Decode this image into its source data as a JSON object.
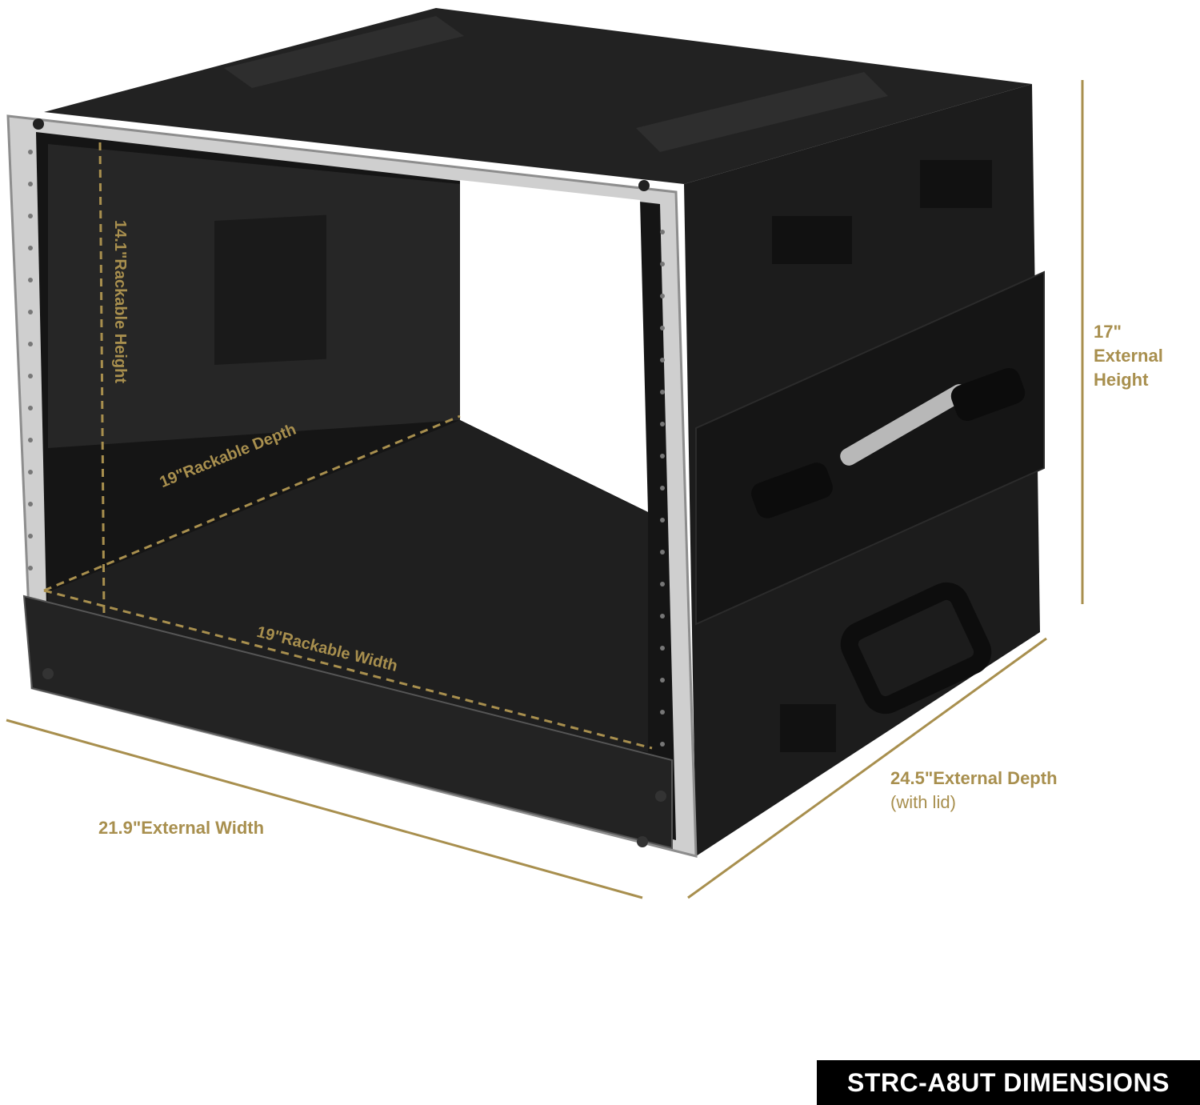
{
  "labels": {
    "external_height_value": "17\"",
    "external_height_line1": "External",
    "external_height_line2": "Height",
    "external_depth": "24.5\"External Depth",
    "external_depth_note": "(with lid)",
    "external_width": "21.9\"External Width",
    "rackable_height": "14.1\"Rackable Height",
    "rackable_depth": "19\"Rackable Depth",
    "rackable_width": "19\"Rackable Width"
  },
  "badge": "STRC-A8UT DIMENSIONS",
  "colors": {
    "accent_gold": "#a88f4e",
    "case_black": "#1b1b1b",
    "badge_bg": "#000000",
    "badge_text": "#ffffff"
  }
}
